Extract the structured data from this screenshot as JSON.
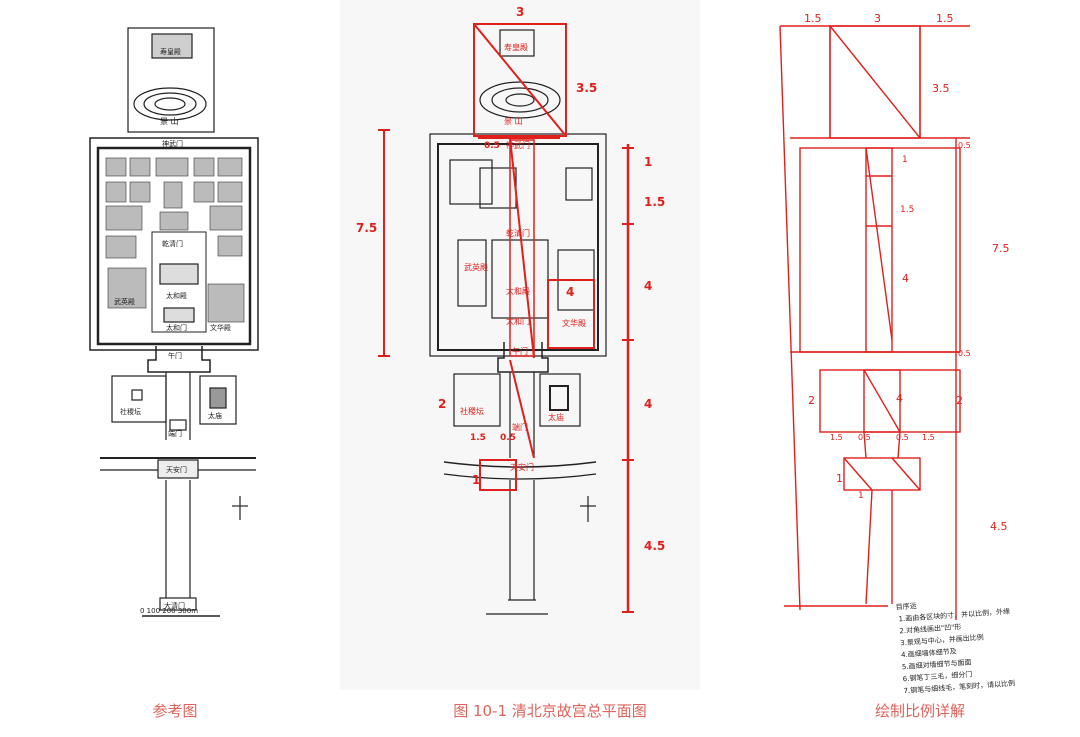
{
  "captions": {
    "left": "参考图",
    "middle": "图 10-1 清北京故宫总平面图",
    "right": "绘制比例详解"
  },
  "reference_map": {
    "labels": {
      "shoubao_hall": "寿皇殿",
      "jingshan": "景  山",
      "shenwu_gate": "神武门",
      "qianqing_gate": "乾清门",
      "taihe_hall": "太和殿",
      "taihe_gate": "太和门",
      "wenhua_hall": "文华殿",
      "wuying_hall": "武英殿",
      "wu_gate": "午门",
      "sheji_altar": "社稷坛",
      "taimiao": "太庙",
      "duan_gate": "端门",
      "tianan_gate": "天安门",
      "daqing_gate": "大清门",
      "scale": "0    100   200   300m"
    }
  },
  "sketch": {
    "labels": {
      "shoubao_hall": "寿皇殿",
      "jingshan": "景  山",
      "shenwu_gate": "神武门",
      "qianqing_gate": "乾清门",
      "taihe_hall": "太和殿",
      "taihe_gate": "太和门",
      "wenhua_hall": "文华殿",
      "wuying_hall": "武英殿",
      "wu_gate": "午门",
      "sheji_altar": "社稷坛",
      "taimiao": "太庙",
      "duan_gate": "端门",
      "tianan_gate": "天安门"
    },
    "dims": {
      "top_width": "3",
      "jingshan_height": "3.5",
      "left_height": "7.5",
      "side_gap": "0.5",
      "r1": "1",
      "r2": "1.5",
      "r3": "4",
      "r4": "4",
      "r5": "4.5",
      "inner_4": "4",
      "side_2": "2",
      "bottom_1_5": "1.5",
      "bottom_0_5": "0.5",
      "tian_1": "1"
    }
  },
  "ratio_detail": {
    "dims": {
      "top_left": "1.5",
      "top_mid": "3",
      "top_right": "1.5",
      "jingshan": "3.5",
      "palace_height": "7.5",
      "corner": "0.5",
      "inner_1": "1",
      "inner_1_5": "1.5",
      "inner_4": "4",
      "side_left_2": "2",
      "side_right_2": "2",
      "bot_a": "1.5",
      "bot_b": "0.5",
      "bot_c": "0.5",
      "bot_d": "1.5",
      "mid_4": "4",
      "tian_1": "1",
      "tian_1b": "1",
      "road": "4.5",
      "bottom_0_5": "0.5"
    },
    "notes": [
      "目序运",
      "1.画由各区块的寸，并以比例，外缘",
      "2.对角线画出\"凹\"形",
      "3.景观与中心，并画出比例",
      "4.画细墙体细节及",
      "5.画细对墙细节与面面",
      "6.钢笔丁三毛，细分门",
      "7.钢笔与细线毛，笔刻时，请以比例"
    ]
  },
  "colors": {
    "ink": "#222222",
    "red": "#e0201c",
    "caption": "#e0635c"
  }
}
